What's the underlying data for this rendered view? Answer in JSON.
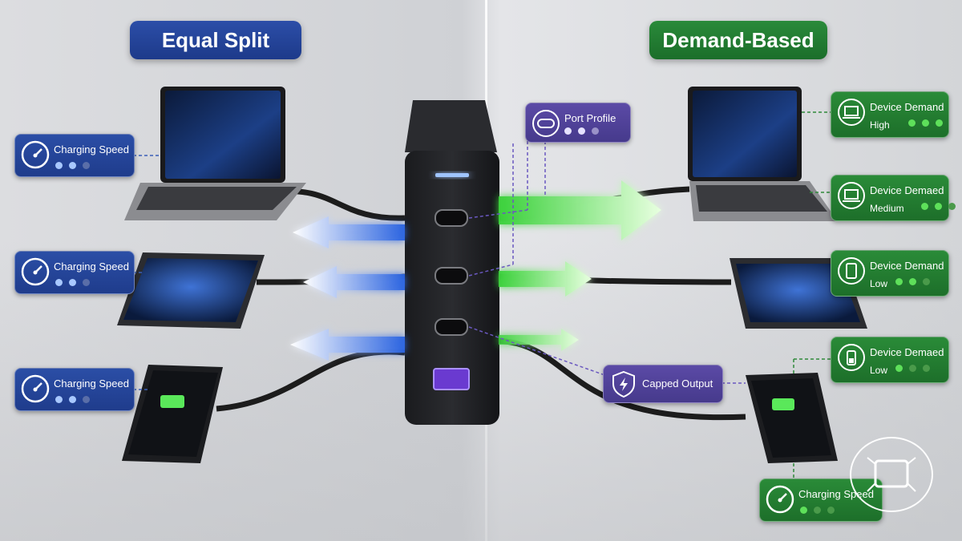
{
  "left": {
    "title": "Equal Split",
    "cards": [
      {
        "label": "Charging Speed",
        "dots": [
          true,
          true,
          false
        ]
      },
      {
        "label": "Charging Speed",
        "dots": [
          true,
          true,
          false
        ]
      },
      {
        "label": "Charging Speed",
        "dots": [
          true,
          true,
          false
        ]
      }
    ]
  },
  "right": {
    "title": "Demand-Based",
    "cards": [
      {
        "label": "Device Demand",
        "level": "High",
        "dots": [
          true,
          true,
          true
        ]
      },
      {
        "label": "Device Demaed",
        "level": "Medium",
        "dots": [
          true,
          true,
          false
        ]
      },
      {
        "label": "Device Demand",
        "level": "Low",
        "dots": [
          true,
          true,
          false
        ]
      },
      {
        "label": "Device Demaed",
        "level": "Low",
        "dots": [
          true,
          false,
          false
        ]
      }
    ],
    "speed_card": {
      "label": "Charging Speed",
      "dots": [
        true,
        false,
        false
      ]
    }
  },
  "center": {
    "port_profile": {
      "label": "Port Profile",
      "dots": [
        true,
        true,
        false
      ]
    },
    "capped_output": {
      "label": "Capped Output"
    }
  },
  "colors": {
    "blue": "#1f3c8c",
    "green": "#1d6f2a",
    "purple": "#463a8c",
    "green_beam": "#7cff6a",
    "blue_beam": "#7fb4ff"
  }
}
